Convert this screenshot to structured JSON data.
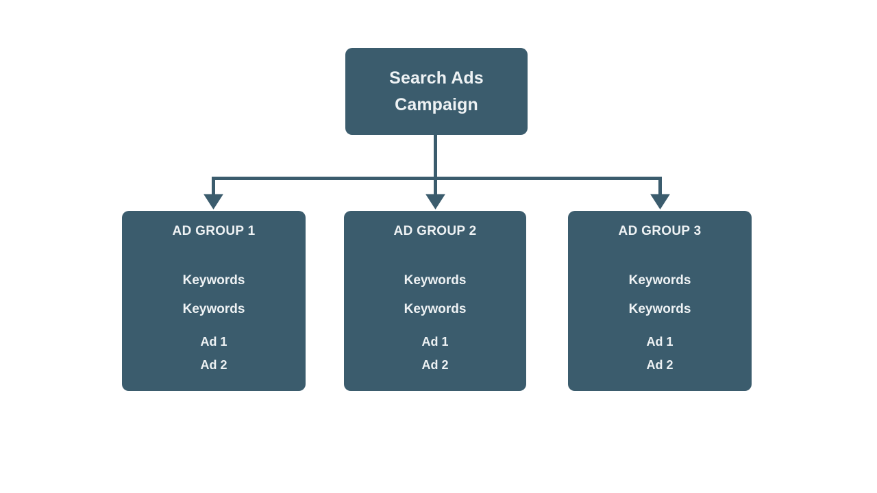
{
  "diagram": {
    "type": "hierarchy-tree",
    "orientation": "top-down",
    "background_color": "#ffffff",
    "node_fill_color": "#3b5c6d",
    "connector_color": "#3b5c6d",
    "text_color": "#eef2f4"
  },
  "root": {
    "title_line_1": "Search Ads",
    "title_line_2": "Campaign"
  },
  "children": [
    {
      "title": "AD GROUP 1",
      "keywords": [
        "Keywords",
        "Keywords"
      ],
      "ads": [
        "Ad 1",
        "Ad 2"
      ]
    },
    {
      "title": "AD GROUP 2",
      "keywords": [
        "Keywords",
        "Keywords"
      ],
      "ads": [
        "Ad 1",
        "Ad 2"
      ]
    },
    {
      "title": "AD GROUP 3",
      "keywords": [
        "Keywords",
        "Keywords"
      ],
      "ads": [
        "Ad 1",
        "Ad 2"
      ]
    }
  ]
}
